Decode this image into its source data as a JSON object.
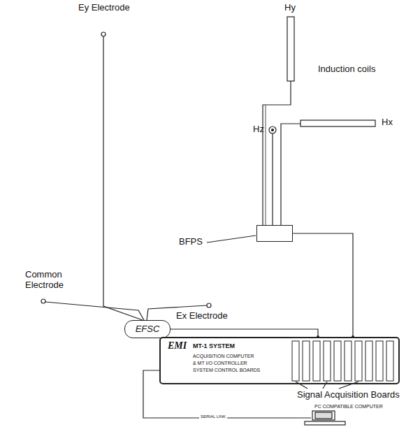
{
  "diagram": {
    "nodes": [
      {
        "text": [
          "EFSC"
        ]
      },
      {
        "text": [
          "BFPS"
        ]
      },
      {
        "text": [
          "EMI",
          "MT-1 SYSTEM",
          "ACQUISITION COMPUTER",
          "& MT I/O CONTROLLER",
          "SYSTEM CONTROL BOARDS"
        ]
      }
    ],
    "edges": [
      {
        "from": 0,
        "to": 2,
        "arrow": "none"
      },
      {
        "from": 1,
        "to": 2,
        "arrow": "none"
      }
    ],
    "labels": [
      "Ey Electrode",
      "Common Electrode",
      "Ex Electrode",
      "Hy",
      "Hz",
      "Hx",
      "Induction coils",
      "Signal Acquisition Boards",
      "PC COMPATIBLE COMPUTER",
      "SERIAL LINK"
    ]
  }
}
